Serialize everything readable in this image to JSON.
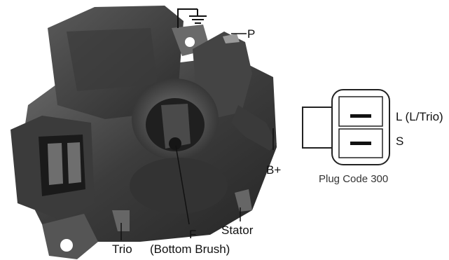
{
  "labels": {
    "p": "P",
    "b_plus": "B+",
    "stator": "Stator",
    "f": "F",
    "bottom_brush": "(Bottom Brush)",
    "trio": "Trio",
    "plug_l": "L (L/Trio)",
    "plug_s": "S"
  },
  "plug": {
    "caption": "Plug Code 300"
  },
  "colors": {
    "part_dark": "#2e2e2e",
    "part_mid": "#555555",
    "part_light": "#7a7a7a",
    "line": "#111111"
  }
}
